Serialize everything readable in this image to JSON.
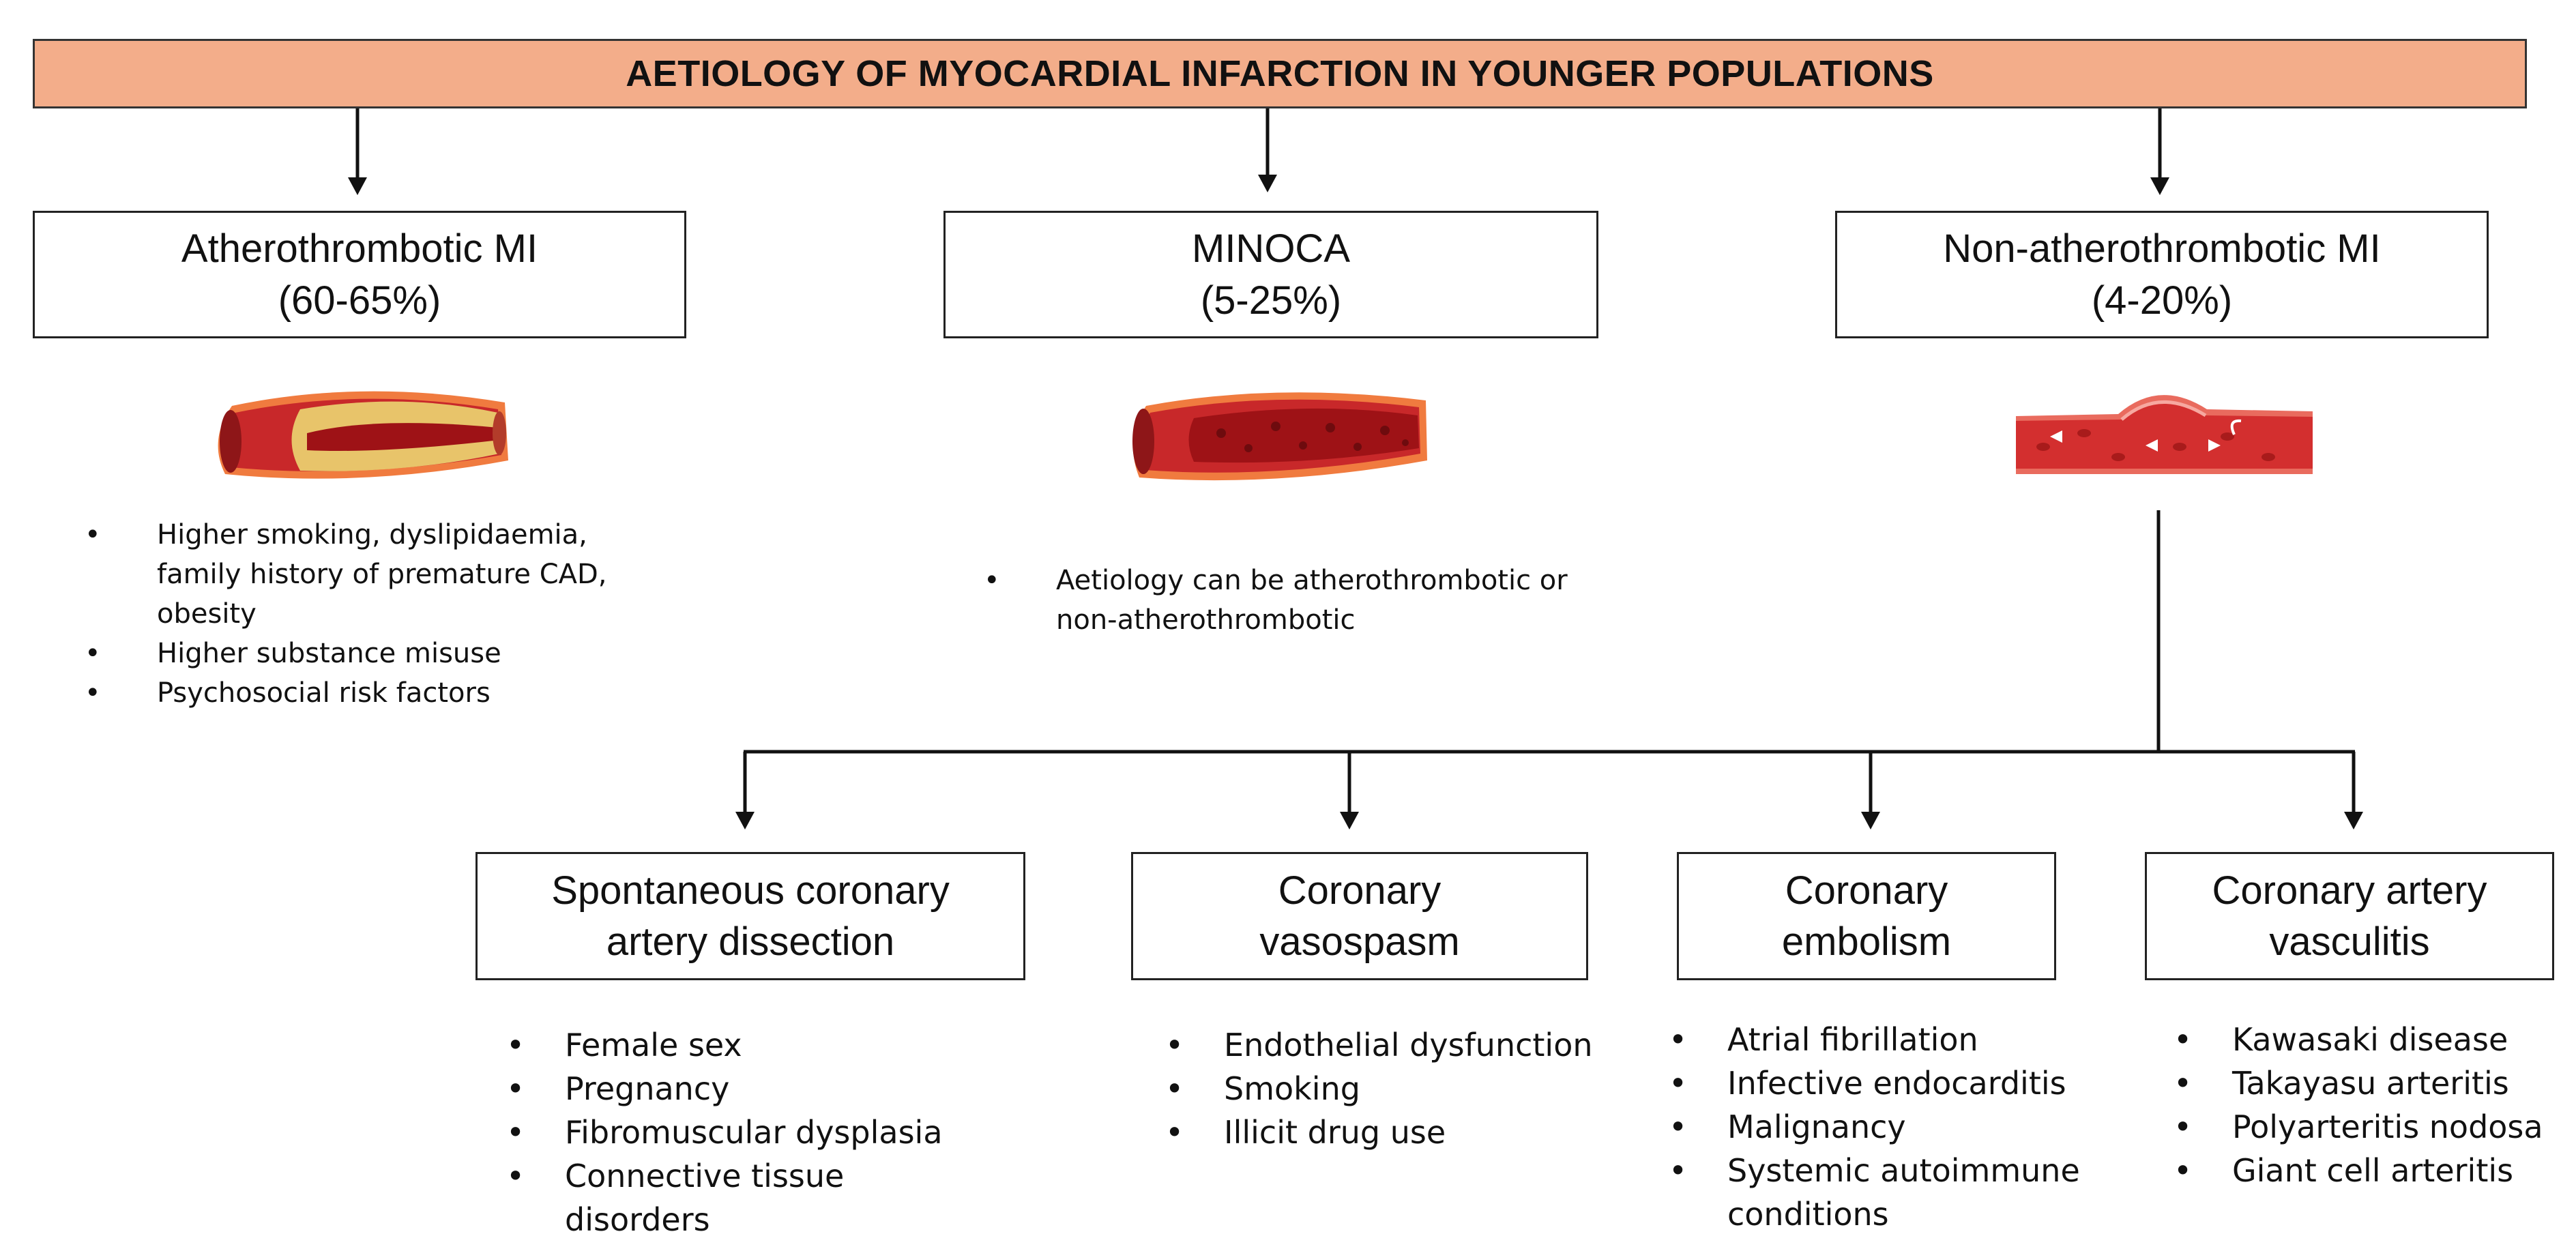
{
  "title": "AETIOLOGY OF MYOCARDIAL INFARCTION IN YOUNGER POPULATIONS",
  "top_boxes": [
    {
      "name": "Atherothrombotic MI",
      "pct": "(60-65%)",
      "bullets": [
        "Higher smoking, dyslipidaemia, family history of premature CAD, obesity",
        "Higher substance misuse",
        "Psychosocial risk factors"
      ]
    },
    {
      "name": "MINOCA",
      "pct": "(5-25%)",
      "bullets": [
        "Aetiology can be atherothrombotic or non-atherothrombotic"
      ]
    },
    {
      "name": "Non-atherothrombotic MI",
      "pct": "(4-20%)"
    }
  ],
  "bottom_boxes": [
    {
      "line1": "Spontaneous coronary",
      "line2": "artery dissection",
      "bullets": [
        "Female sex",
        "Pregnancy",
        "Fibromuscular dysplasia",
        "Connective tissue disorders"
      ]
    },
    {
      "line1": "Coronary",
      "line2": "vasospasm",
      "bullets": [
        "Endothelial dysfunction",
        "Smoking",
        "Illicit drug use"
      ]
    },
    {
      "line1": "Coronary",
      "line2": "embolism",
      "bullets": [
        "Atrial fibrillation",
        "Infective endocarditis",
        "Malignancy",
        "Systemic autoimmune conditions"
      ]
    },
    {
      "line1": "Coronary artery",
      "line2": "vasculitis",
      "bullets": [
        "Kawasaki disease",
        "Takayasu arteritis",
        "Polyarteritis nodosa",
        "Giant cell arteritis"
      ]
    }
  ],
  "colors": {
    "banner": "#f3ad8a",
    "vessel_wall": "#c8282a",
    "vessel_outer": "#f07b3f",
    "plaque": "#e8c46a",
    "blood": "#9e1216"
  }
}
